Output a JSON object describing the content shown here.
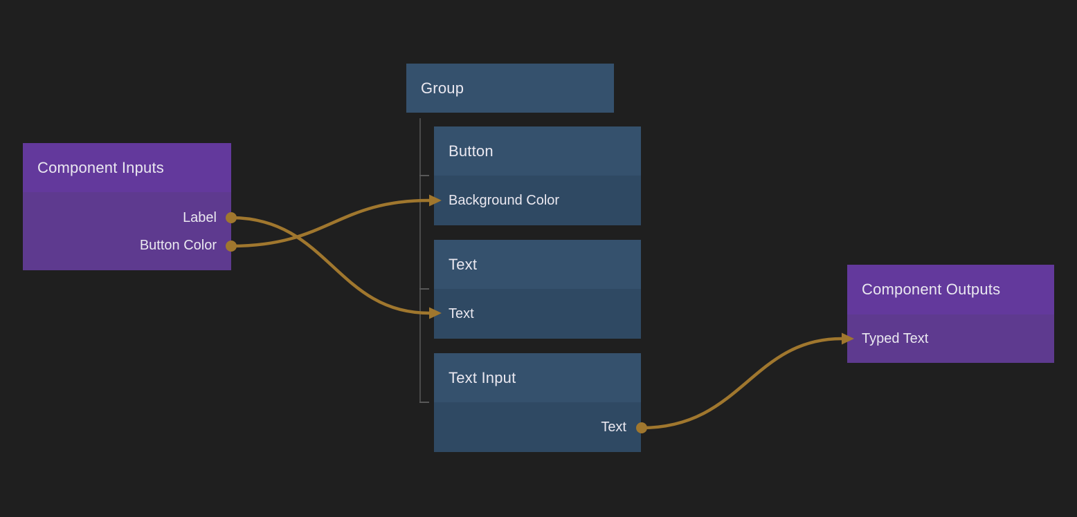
{
  "editor": {
    "background": "#1f1f1f"
  },
  "colors": {
    "purple_node_header": "#63399c",
    "purple_node_body": "#5e3a8f",
    "blue_node_header": "#35516d",
    "blue_node_body": "#2f4963",
    "wire": "#a0772e",
    "group_tree_line": "#4a4a4a",
    "node_text": "#eae8f0"
  },
  "nodes": {
    "component_inputs": {
      "title": "Component Inputs",
      "output_ports": [
        {
          "label": "Label"
        },
        {
          "label": "Button Color"
        }
      ]
    },
    "group": {
      "title": "Group",
      "children": {
        "button": {
          "title": "Button",
          "input_ports": [
            {
              "label": "Background Color"
            }
          ]
        },
        "text": {
          "title": "Text",
          "input_ports": [
            {
              "label": "Text"
            }
          ]
        },
        "text_input": {
          "title": "Text Input",
          "output_ports": [
            {
              "label": "Text"
            }
          ]
        }
      }
    },
    "component_outputs": {
      "title": "Component Outputs",
      "input_ports": [
        {
          "label": "Typed Text"
        }
      ]
    }
  },
  "connections": [
    {
      "from": "Component Inputs / Label",
      "to": "Group / Text / Text"
    },
    {
      "from": "Component Inputs / Button Color",
      "to": "Group / Button / Background Color"
    },
    {
      "from": "Group / Text Input / Text",
      "to": "Component Outputs / Typed Text"
    }
  ]
}
